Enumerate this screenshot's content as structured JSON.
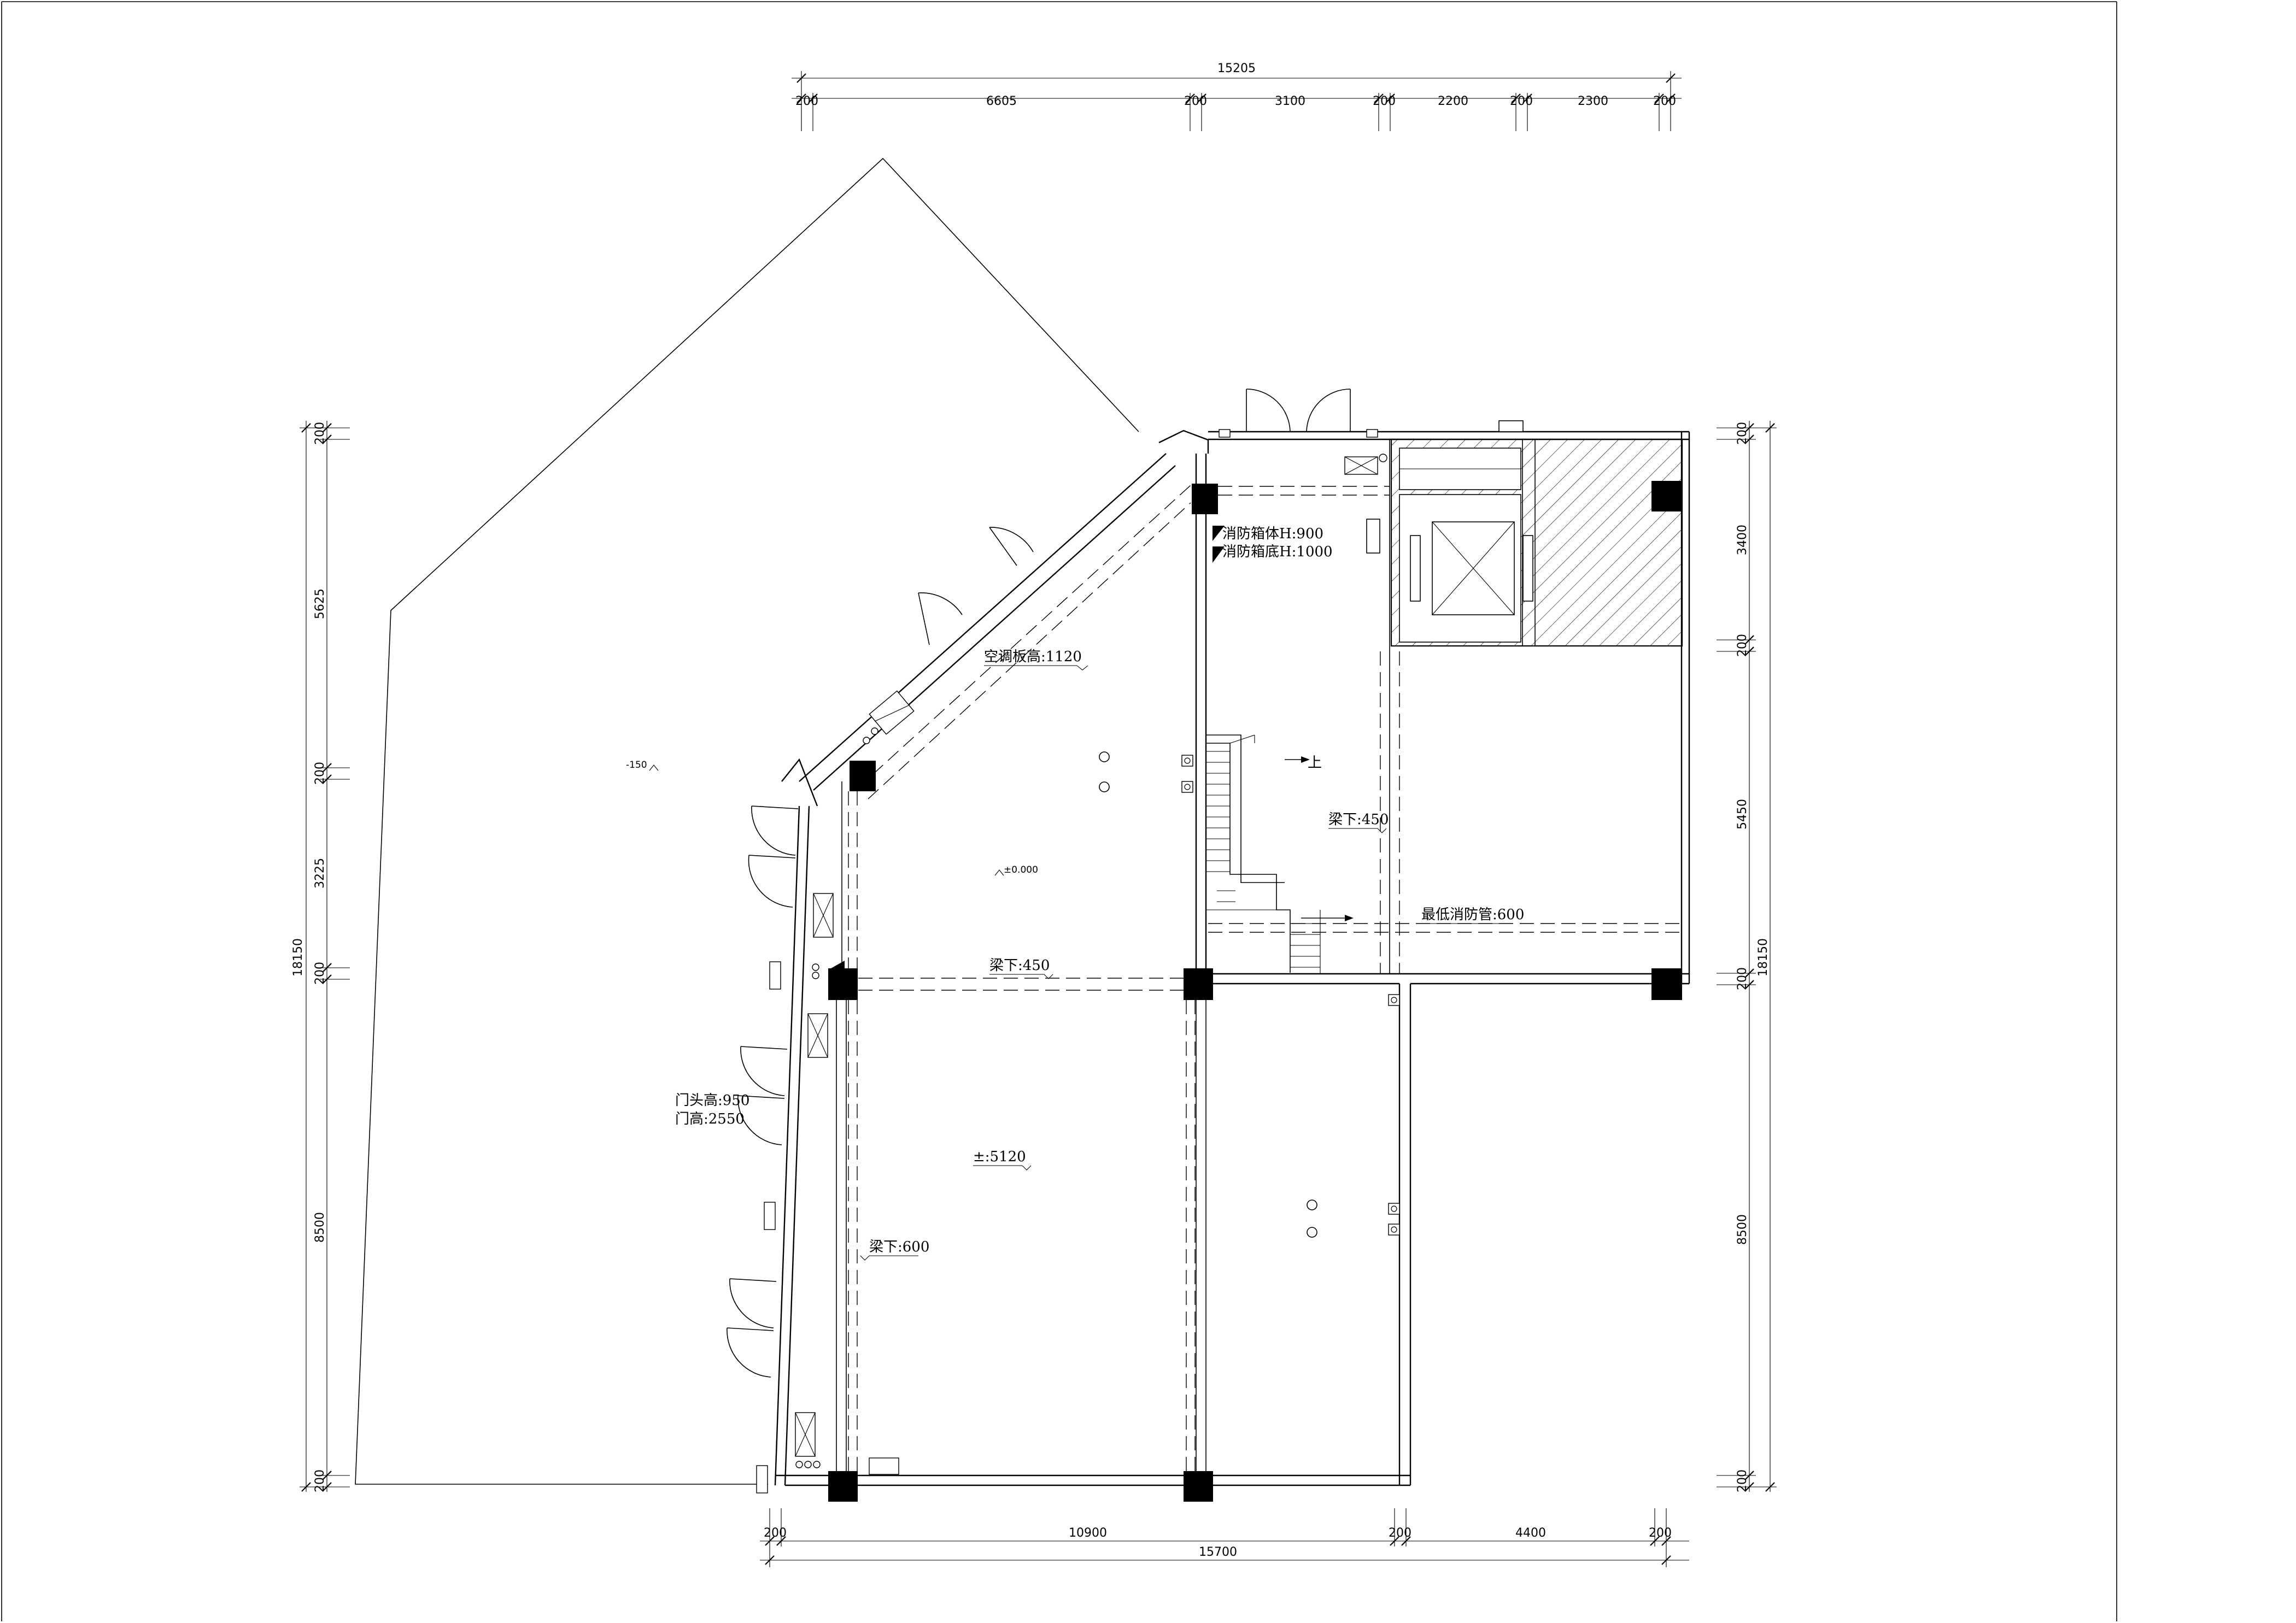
{
  "dimensions": {
    "top_total": "15205",
    "top_segments": [
      "200",
      "6605",
      "200",
      "3100",
      "200",
      "2200",
      "200",
      "2300",
      "200"
    ],
    "bottom_segments": [
      "200",
      "10900",
      "200",
      "4400",
      "200"
    ],
    "bottom_total": "15700",
    "left_segments": [
      "200",
      "5625",
      "200",
      "3225",
      "200",
      "8500",
      "200"
    ],
    "left_total": "18150",
    "right_segments": [
      "200",
      "3400",
      "200",
      "5450",
      "200",
      "8500",
      "200"
    ],
    "right_total": "18150"
  },
  "annotations": {
    "fire_box_body": "消防箱体H:900",
    "fire_box_bottom": "消防箱底H:1000",
    "ac_board": "空调板高:1120",
    "stair_up": "上",
    "beam_450_right": "梁下:450",
    "min_fire_pipe": "最低消防管:600",
    "beam_450_mid": "梁下:450",
    "level_zero": "±0.000",
    "level_outdoor": "-150",
    "door_head": "门头高:950",
    "door_height": "门高:2550",
    "ceiling": "±:5120",
    "beam_600": "梁下:600"
  }
}
